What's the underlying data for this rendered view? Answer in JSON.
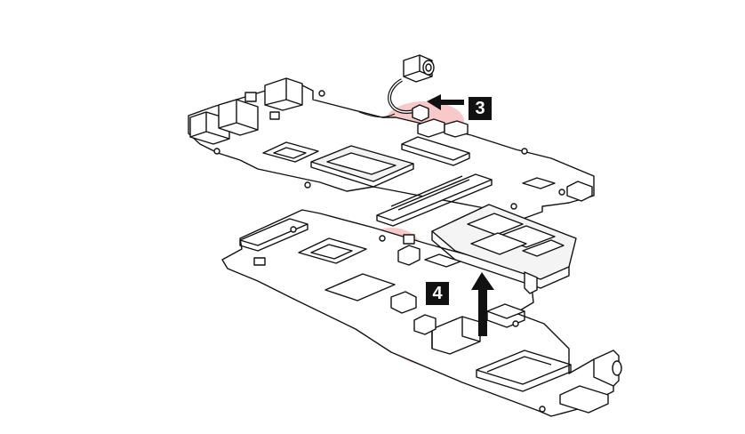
{
  "callouts": [
    {
      "id": "3",
      "label": "3"
    },
    {
      "id": "4",
      "label": "4"
    }
  ],
  "colors": {
    "highlight": "#f7c9c9",
    "line": "#111111",
    "fill": "#ffffff",
    "shade": "#d9d9d9",
    "callout_bg": "#111111",
    "callout_text": "#ffffff"
  },
  "icons": {
    "step_arrow_3": "arrow-left-icon",
    "step_arrow_4": "arrow-up-icon"
  }
}
